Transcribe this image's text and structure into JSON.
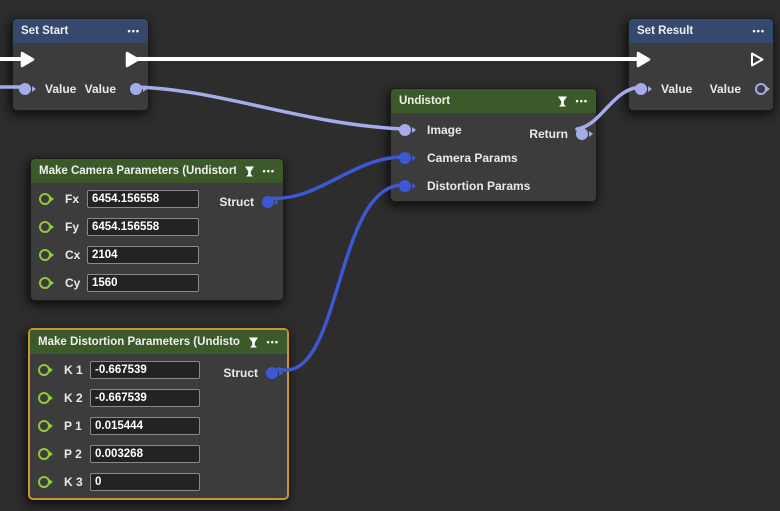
{
  "ui": {
    "menu_glyph": "•••"
  },
  "colors": {
    "canvas_bg": "#2d2d2d",
    "node_bg": "#3c3c3c",
    "header_blue": "#35496f",
    "header_green": "#3b5929",
    "selection_border": "#c89532",
    "exec_wire": "#ffffff",
    "value_wire": "#a5ace9",
    "struct_wire": "#3c58d2",
    "param_pin_green": "#92c837",
    "input_bg": "#232323",
    "input_border": "#8a8a8a"
  },
  "nodes": {
    "set_start": {
      "title": "Set Start",
      "input_label": "Value",
      "output_label": "Value"
    },
    "set_result": {
      "title": "Set Result",
      "input_label": "Value",
      "output_label": "Value"
    },
    "undistort": {
      "title": "Undistort",
      "inputs": [
        {
          "label": "Image"
        },
        {
          "label": "Camera Params"
        },
        {
          "label": "Distortion Params"
        }
      ],
      "output_label": "Return"
    },
    "make_camera": {
      "title": "Make Camera Parameters (Undistort)",
      "output_label": "Struct",
      "params": [
        {
          "label": "Fx",
          "value": "6454.156558"
        },
        {
          "label": "Fy",
          "value": "6454.156558"
        },
        {
          "label": "Cx",
          "value": "2104"
        },
        {
          "label": "Cy",
          "value": "1560"
        }
      ]
    },
    "make_distortion": {
      "title": "Make Distortion Parameters (Undistort)",
      "output_label": "Struct",
      "params": [
        {
          "label": "K 1",
          "value": "-0.667539"
        },
        {
          "label": "K 2",
          "value": "-0.667539"
        },
        {
          "label": "P 1",
          "value": "0.015444"
        },
        {
          "label": "P 2",
          "value": "0.003268"
        },
        {
          "label": "K 3",
          "value": "0"
        }
      ]
    }
  }
}
